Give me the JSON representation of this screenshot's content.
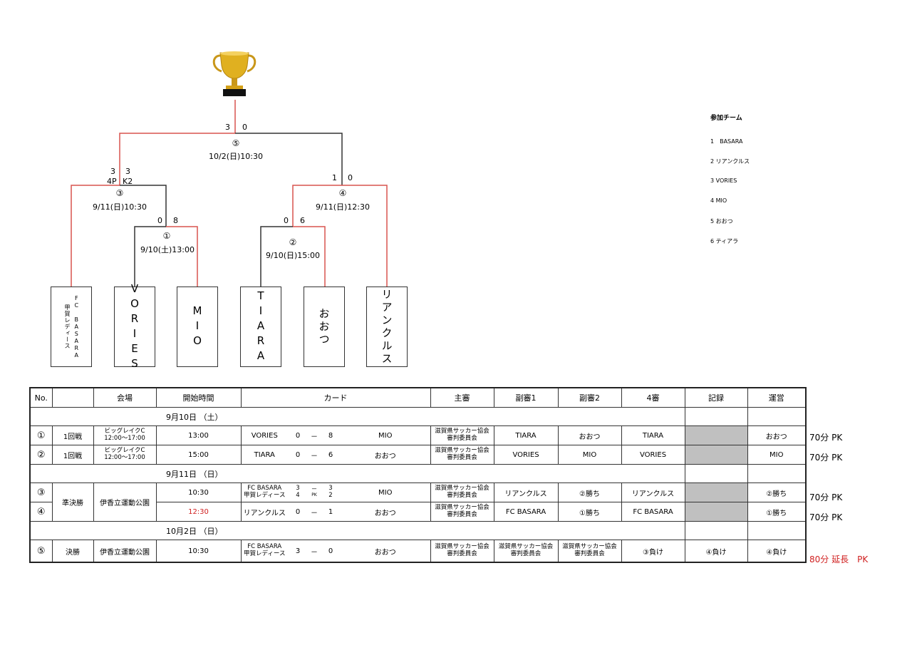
{
  "bracket": {
    "matches": [
      {
        "no": "⑤",
        "datetime": "10/2(日)10:30",
        "score_left": "3",
        "score_right": "0"
      },
      {
        "no": "③",
        "datetime": "9/11(日)10:30",
        "score_left": "3",
        "score_right": "3",
        "pk_left": "4P",
        "pk_right": "K2"
      },
      {
        "no": "④",
        "datetime": "9/11(日)12:30",
        "score_left": "1",
        "score_right": "0"
      },
      {
        "no": "①",
        "datetime": "9/10(土)13:00",
        "score_left": "0",
        "score_right": "8"
      },
      {
        "no": "②",
        "datetime": "9/10(日)15:00",
        "score_left": "0",
        "score_right": "6"
      }
    ],
    "teams": [
      {
        "name": "FC BASARA",
        "sub": "甲賀レディース"
      },
      {
        "name": "VORIES"
      },
      {
        "name": "MIO"
      },
      {
        "name": "TIARA"
      },
      {
        "name": "おおつ"
      },
      {
        "name": "リアンクルス"
      }
    ]
  },
  "participants": {
    "title": "参加チーム",
    "items": [
      "1　BASARA",
      "2 リアンクルス",
      "3 VORIES",
      "4 MIO",
      "5 おおつ",
      "6 ティアラ"
    ]
  },
  "table": {
    "headers": [
      "No.",
      "",
      "会場",
      "開始時間",
      "カード",
      "主審",
      "副審1",
      "副審2",
      "4審",
      "記録",
      "運営"
    ],
    "days": [
      "9月10日 （土）",
      "9月11日 （日）",
      "10月2日 （日）"
    ],
    "rows": [
      {
        "no": "①",
        "round": "1回戦",
        "venue1": "ビッグレイクC",
        "venue2": "12:00〜17:00",
        "time": "13:00",
        "home": "VORIES",
        "s1": "0",
        "dash": "－",
        "s2": "8",
        "away": "MIO",
        "ref1": "滋賀県サッカー協会",
        "ref2": "審判委員会",
        "a1": "TIARA",
        "a2": "おおつ",
        "fourth": "TIARA",
        "record": "",
        "ops": "おおつ",
        "note": "70分 PK"
      },
      {
        "no": "②",
        "round": "1回戦",
        "venue1": "ビッグレイクC",
        "venue2": "12:00〜17:00",
        "time": "15:00",
        "home": "TIARA",
        "s1": "0",
        "dash": "－",
        "s2": "6",
        "away": "おおつ",
        "ref1": "滋賀県サッカー協会",
        "ref2": "審判委員会",
        "a1": "VORIES",
        "a2": "MIO",
        "fourth": "VORIES",
        "record": "",
        "ops": "MIO",
        "note": "70分 PK"
      },
      {
        "no": "③",
        "round": "準決勝",
        "venue": "伊香立運動公園",
        "time": "10:30",
        "home1": "FC BASARA",
        "home2": "甲賀レディース",
        "s1": "3",
        "pk1": "4",
        "pk": "PK",
        "pk2": "2",
        "dash": "－",
        "s2": "3",
        "away": "MIO",
        "ref1": "滋賀県サッカー協会",
        "ref2": "審判委員会",
        "a1": "リアンクルス",
        "a2": "②勝ち",
        "fourth": "リアンクルス",
        "record": "",
        "ops": "②勝ち",
        "note": "70分 PK"
      },
      {
        "no": "④",
        "time": "12:30",
        "home": "リアンクルス",
        "s1": "0",
        "dash": "－",
        "s2": "1",
        "away": "おおつ",
        "ref1": "滋賀県サッカー協会",
        "ref2": "審判委員会",
        "a1": "FC BASARA",
        "a2": "①勝ち",
        "fourth": "FC BASARA",
        "record": "",
        "ops": "①勝ち",
        "note": "70分 PK"
      },
      {
        "no": "⑤",
        "round": "決勝",
        "venue": "伊香立運動公園",
        "time": "10:30",
        "home1": "FC BASARA",
        "home2": "甲賀レディース",
        "s1": "3",
        "dash": "－",
        "s2": "0",
        "away": "おおつ",
        "ref1": "滋賀県サッカー協会",
        "ref2": "審判委員会",
        "a1_1": "滋賀県サッカー協会",
        "a1_2": "審判委員会",
        "a2_1": "滋賀県サッカー協会",
        "a2_2": "審判委員会",
        "fourth": "③負け",
        "record": "④負け",
        "ops": "④負け",
        "note": "80分 延長　PK"
      }
    ]
  },
  "colors": {
    "winner_line": "#d9534f",
    "loser_line": "#333333",
    "red_text": "#d02020",
    "record_gray": "#c0c0c0",
    "trophy": "#d4a017"
  }
}
